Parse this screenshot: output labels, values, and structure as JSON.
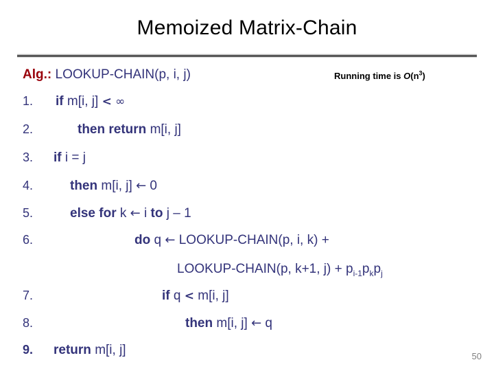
{
  "slide": {
    "title": "Memoized Matrix-Chain",
    "slide_number": "50",
    "colors": {
      "code_navy": "#33337a",
      "alg_label_red": "#99000a",
      "title_black": "#000000",
      "slide_number_gray": "#808080"
    }
  },
  "algorithm": {
    "label": "Alg.:",
    "signature": "LOOKUP-CHAIN(p, i, j)"
  },
  "note": {
    "prefix": "Running time is ",
    "o": "O",
    "open": "(n",
    "exponent": "3",
    "close": ")"
  },
  "lines": [
    {
      "number": "1.",
      "number_bold": false,
      "parts": [
        {
          "text": "if ",
          "bold": true
        },
        {
          "text": "m[i, j] ",
          "bold": false
        },
        {
          "text": "<",
          "bold": true,
          "glyph": "less-than"
        },
        {
          "text": " ",
          "bold": false
        },
        {
          "text": "∞",
          "bold": false,
          "glyph": "infinity"
        }
      ]
    },
    {
      "number": "2.",
      "number_bold": false,
      "parts": [
        {
          "text": "then return ",
          "bold": true
        },
        {
          "text": "m[i, j]",
          "bold": false
        }
      ]
    },
    {
      "number": "3.",
      "number_bold": false,
      "parts": [
        {
          "text": "if ",
          "bold": true
        },
        {
          "text": "i = j",
          "bold": false
        }
      ]
    },
    {
      "number": "4.",
      "number_bold": false,
      "parts": [
        {
          "text": "then ",
          "bold": true
        },
        {
          "text": "m[i, j] ",
          "bold": false
        },
        {
          "text": "←",
          "bold": false,
          "glyph": "left-arrow"
        },
        {
          "text": " 0",
          "bold": false
        }
      ]
    },
    {
      "number": "5.",
      "number_bold": false,
      "parts": [
        {
          "text": "else for ",
          "bold": true
        },
        {
          "text": "k ",
          "bold": false
        },
        {
          "text": "←",
          "bold": false,
          "glyph": "left-arrow"
        },
        {
          "text": " i ",
          "bold": false
        },
        {
          "text": "to ",
          "bold": true
        },
        {
          "text": "j – 1",
          "bold": false
        }
      ]
    },
    {
      "number": "6.",
      "number_bold": false,
      "parts": [
        {
          "text": "do ",
          "bold": true
        },
        {
          "text": "q ",
          "bold": false
        },
        {
          "text": "←",
          "bold": false,
          "glyph": "left-arrow"
        },
        {
          "text": " LOOKUP-CHAIN(p, i, k) +",
          "bold": false
        }
      ]
    },
    {
      "number": "",
      "number_bold": false,
      "continuation": true,
      "parts": [
        {
          "text": "LOOKUP-CHAIN(p, k+1, j) + p",
          "bold": false
        },
        {
          "text": "i-1",
          "bold": false,
          "subscript": true
        },
        {
          "text": "p",
          "bold": false
        },
        {
          "text": "k",
          "bold": false,
          "subscript": true
        },
        {
          "text": "p",
          "bold": false
        },
        {
          "text": "j",
          "bold": false,
          "subscript": true
        }
      ]
    },
    {
      "number": "7.",
      "number_bold": false,
      "parts": [
        {
          "text": "if ",
          "bold": true
        },
        {
          "text": "q ",
          "bold": false
        },
        {
          "text": "<",
          "bold": true,
          "glyph": "less-than"
        },
        {
          "text": " m[i, j]",
          "bold": false
        }
      ]
    },
    {
      "number": "8.",
      "number_bold": false,
      "parts": [
        {
          "text": "then ",
          "bold": true
        },
        {
          "text": "m[i, j] ",
          "bold": false
        },
        {
          "text": "←",
          "bold": false,
          "glyph": "left-arrow"
        },
        {
          "text": " q",
          "bold": false
        }
      ]
    },
    {
      "number": "9.",
      "number_bold": true,
      "parts": [
        {
          "text": "return ",
          "bold": true
        },
        {
          "text": "m[i, j]",
          "bold": false
        }
      ]
    }
  ]
}
